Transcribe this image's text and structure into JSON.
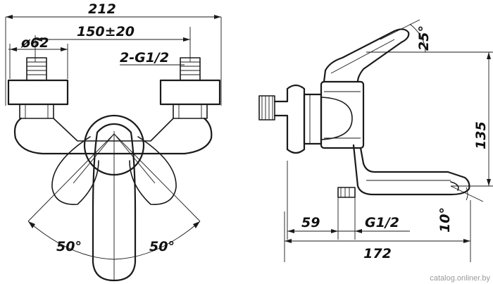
{
  "dimensions": {
    "overall_width_front": "212",
    "center_distance": "150±20",
    "flange_diameter": "ø62",
    "inlet_thread": "2-G1/2",
    "handle_angle_left": "50°",
    "handle_angle_right": "50°",
    "lever_angle": "25°",
    "height": "135",
    "inlet_offset": "59",
    "outlet_thread": "G1/2",
    "spout_angle": "10°",
    "overall_depth": "172"
  },
  "watermark": "catalog.onliner.by"
}
